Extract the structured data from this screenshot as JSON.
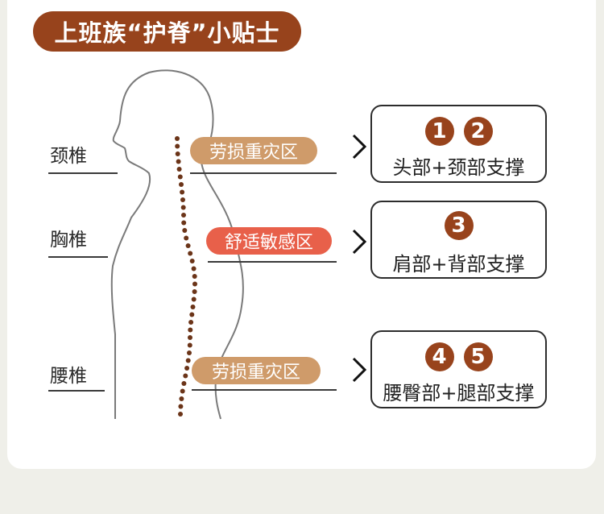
{
  "title": "上班族“护脊”小贴士",
  "vertebra": [
    {
      "label": "颈椎"
    },
    {
      "label": "胸椎"
    },
    {
      "label": "腰椎"
    }
  ],
  "zones": [
    {
      "label": "劳损重灾区",
      "color": "#cf9b6a"
    },
    {
      "label": "舒适敏感区",
      "color": "#e8604a"
    },
    {
      "label": "劳损重灾区",
      "color": "#cf9b6a"
    }
  ],
  "tips": [
    {
      "numbers": [
        "1",
        "2"
      ],
      "text": "头部+颈部支撑"
    },
    {
      "numbers": [
        "3"
      ],
      "text": "肩部+背部支撑"
    },
    {
      "numbers": [
        "4",
        "5"
      ],
      "text": "腰臀部+腿部支撑"
    }
  ],
  "colors": {
    "brand": "#97431c",
    "spine_dots": "#6b3418",
    "background": "#efefe9"
  }
}
